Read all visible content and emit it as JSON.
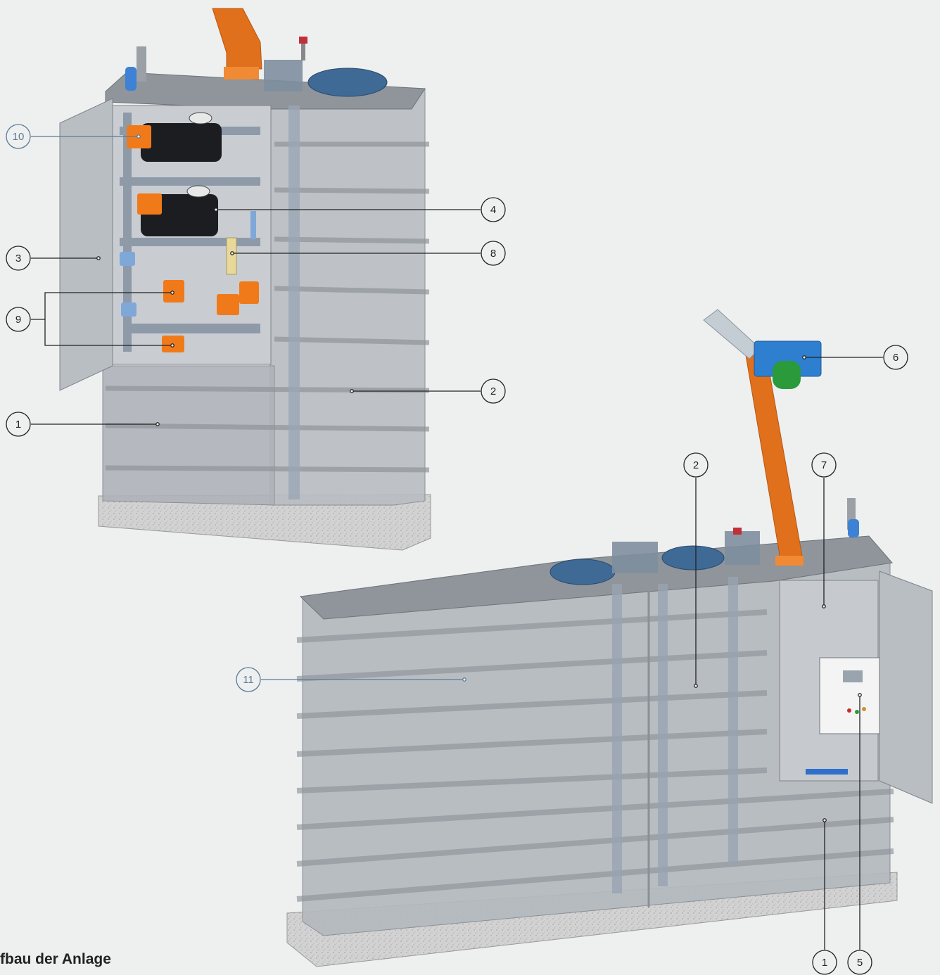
{
  "caption": "fbau der Anlage",
  "colors": {
    "background": "#eef0f0",
    "callout_dark": "#222222",
    "callout_blue": "#5a7a9a",
    "housing": "#a8adb3",
    "concrete": "#cfcfcf",
    "pipe_orange": "#e0701c",
    "valve_orange": "#f07a1a",
    "pump_black": "#1c1d20",
    "dosing_blue": "#2f7fd0",
    "motor_green": "#2a9a3a"
  },
  "callouts_left": [
    {
      "id": "c10",
      "label": "10",
      "tone": "blue"
    },
    {
      "id": "c4",
      "label": "4",
      "tone": "dark"
    },
    {
      "id": "c3",
      "label": "3",
      "tone": "dark"
    },
    {
      "id": "c8",
      "label": "8",
      "tone": "dark"
    },
    {
      "id": "c9",
      "label": "9",
      "tone": "dark"
    },
    {
      "id": "c2a",
      "label": "2",
      "tone": "dark"
    },
    {
      "id": "c1a",
      "label": "1",
      "tone": "dark"
    }
  ],
  "callouts_right": [
    {
      "id": "c6",
      "label": "6",
      "tone": "dark"
    },
    {
      "id": "c2b",
      "label": "2",
      "tone": "dark"
    },
    {
      "id": "c7",
      "label": "7",
      "tone": "dark"
    },
    {
      "id": "c11",
      "label": "11",
      "tone": "blue"
    },
    {
      "id": "c1b",
      "label": "1",
      "tone": "dark"
    },
    {
      "id": "c5",
      "label": "5",
      "tone": "dark"
    }
  ]
}
